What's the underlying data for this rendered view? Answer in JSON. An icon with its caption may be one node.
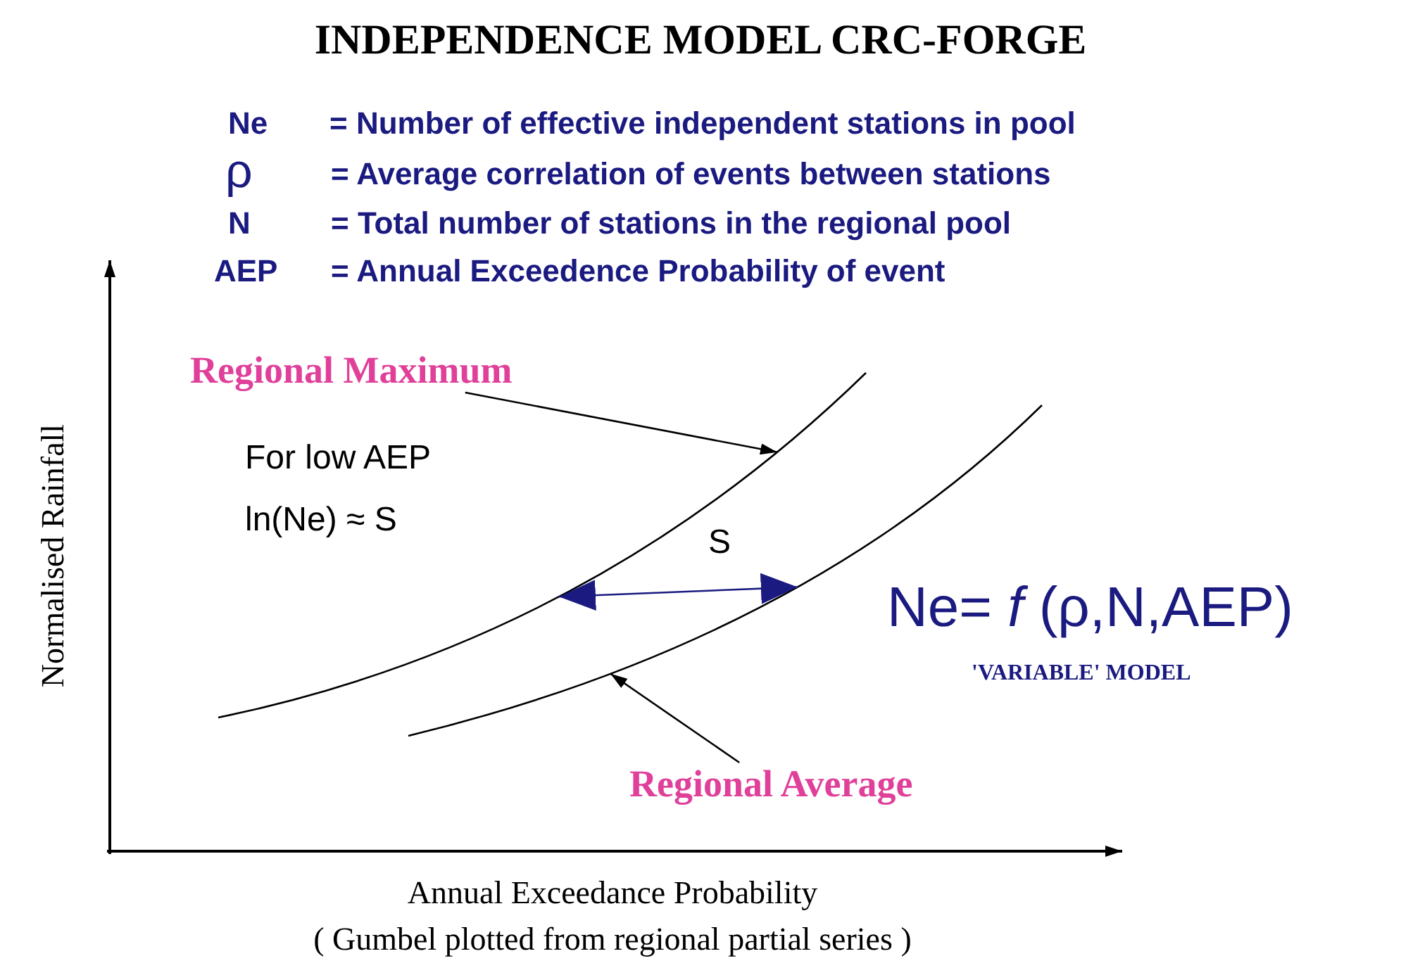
{
  "diagram": {
    "title": "INDEPENDENCE MODEL CRC-FORGE",
    "nodes": [
      {
        "text": [
          "Regional Maximum"
        ]
      },
      {
        "text": [],
        "shape": "curve"
      },
      {
        "text": [],
        "shape": "curve"
      },
      {
        "text": [
          "Regional Average"
        ]
      }
    ],
    "edges": [
      {
        "from": 0,
        "to": 1,
        "arrow": "to"
      },
      {
        "from": 1,
        "to": 2,
        "arrow": "both",
        "label": "S",
        "color": "#1a1a80"
      },
      {
        "from": 3,
        "to": 2,
        "arrow": "to"
      }
    ],
    "labels": [
      "Ne",
      "= Number of effective independent stations in pool",
      "ρ",
      "= Average correlation of events between stations",
      "N",
      "= Total number of stations in the regional pool",
      "AEP",
      "= Annual Exceedence Probability of event",
      "For low AEP",
      "ln(Ne) ≈ S",
      "Ne= *f* (ρ,N,AEP)",
      "'VARIABLE' MODEL",
      "Normalised Rainfall",
      "Annual Exceedance Probability",
      "( Gumbel plotted from regional partial series )"
    ]
  }
}
